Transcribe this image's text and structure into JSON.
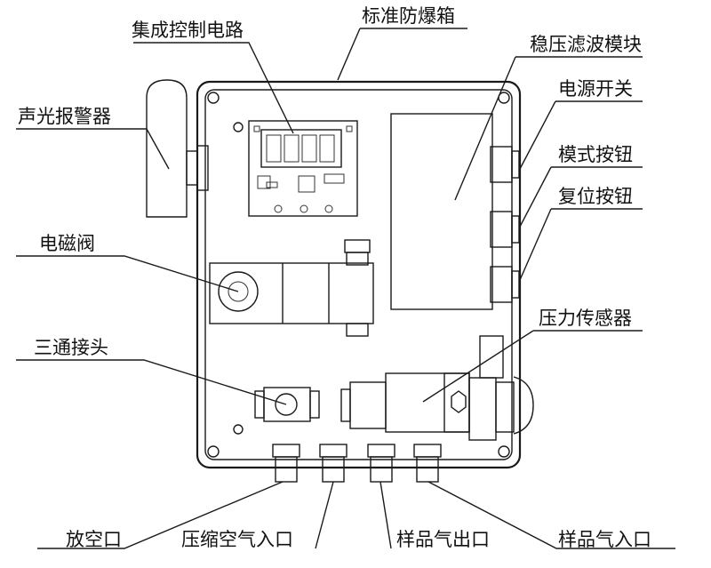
{
  "labels": {
    "integrated_circuit": "集成控制电路",
    "explosion_proof_box": "标准防爆箱",
    "regulator_filter_module": "稳压滤波模块",
    "sound_light_alarm": "声光报警器",
    "power_switch": "电源开关",
    "mode_button": "模式按钮",
    "reset_button": "复位按钮",
    "solenoid_valve": "电磁阀",
    "pressure_sensor": "压力传感器",
    "tee_joint": "三通接头",
    "vent_port": "放空口",
    "compressed_air_inlet": "压缩空气入口",
    "sample_gas_outlet": "样品气出口",
    "sample_gas_inlet": "样品气入口"
  },
  "colors": {
    "line": "#1a1a1a",
    "background": "#ffffff"
  }
}
